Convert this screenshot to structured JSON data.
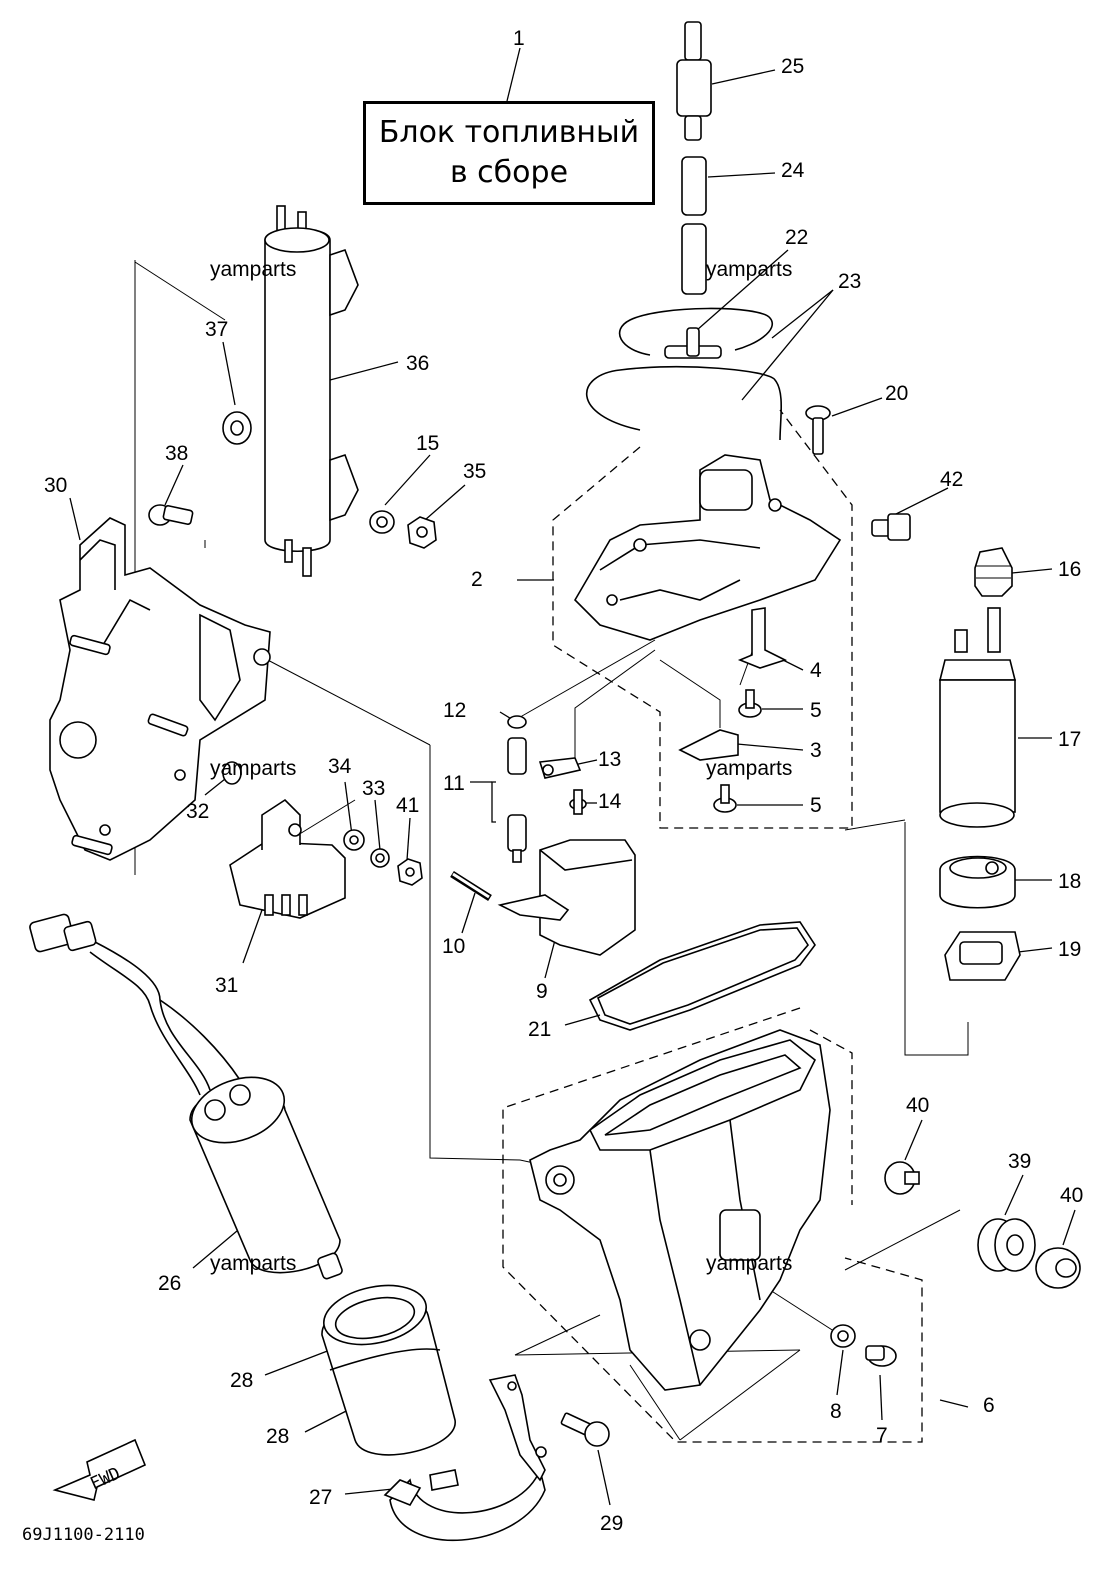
{
  "title_box": {
    "line1": "Блок топливный",
    "line2": "в сборе"
  },
  "drawing_code": "69J1100-2110",
  "fwd_label": "FWD",
  "watermark": "yamparts",
  "callouts": {
    "c1": "1",
    "c2": "2",
    "c3": "3",
    "c4": "4",
    "c5a": "5",
    "c5b": "5",
    "c6": "6",
    "c7": "7",
    "c8": "8",
    "c9": "9",
    "c10": "10",
    "c11": "11",
    "c12": "12",
    "c13": "13",
    "c14": "14",
    "c15": "15",
    "c16": "16",
    "c17": "17",
    "c18": "18",
    "c19": "19",
    "c20": "20",
    "c21": "21",
    "c22": "22",
    "c23": "23",
    "c24": "24",
    "c25": "25",
    "c26": "26",
    "c27": "27",
    "c28a": "28",
    "c28b": "28",
    "c29": "29",
    "c30": "30",
    "c31": "31",
    "c32": "32",
    "c33": "33",
    "c34": "34",
    "c35": "35",
    "c36": "36",
    "c37": "37",
    "c38": "38",
    "c39": "39",
    "c40a": "40",
    "c40b": "40",
    "c41": "41",
    "c42": "42"
  }
}
